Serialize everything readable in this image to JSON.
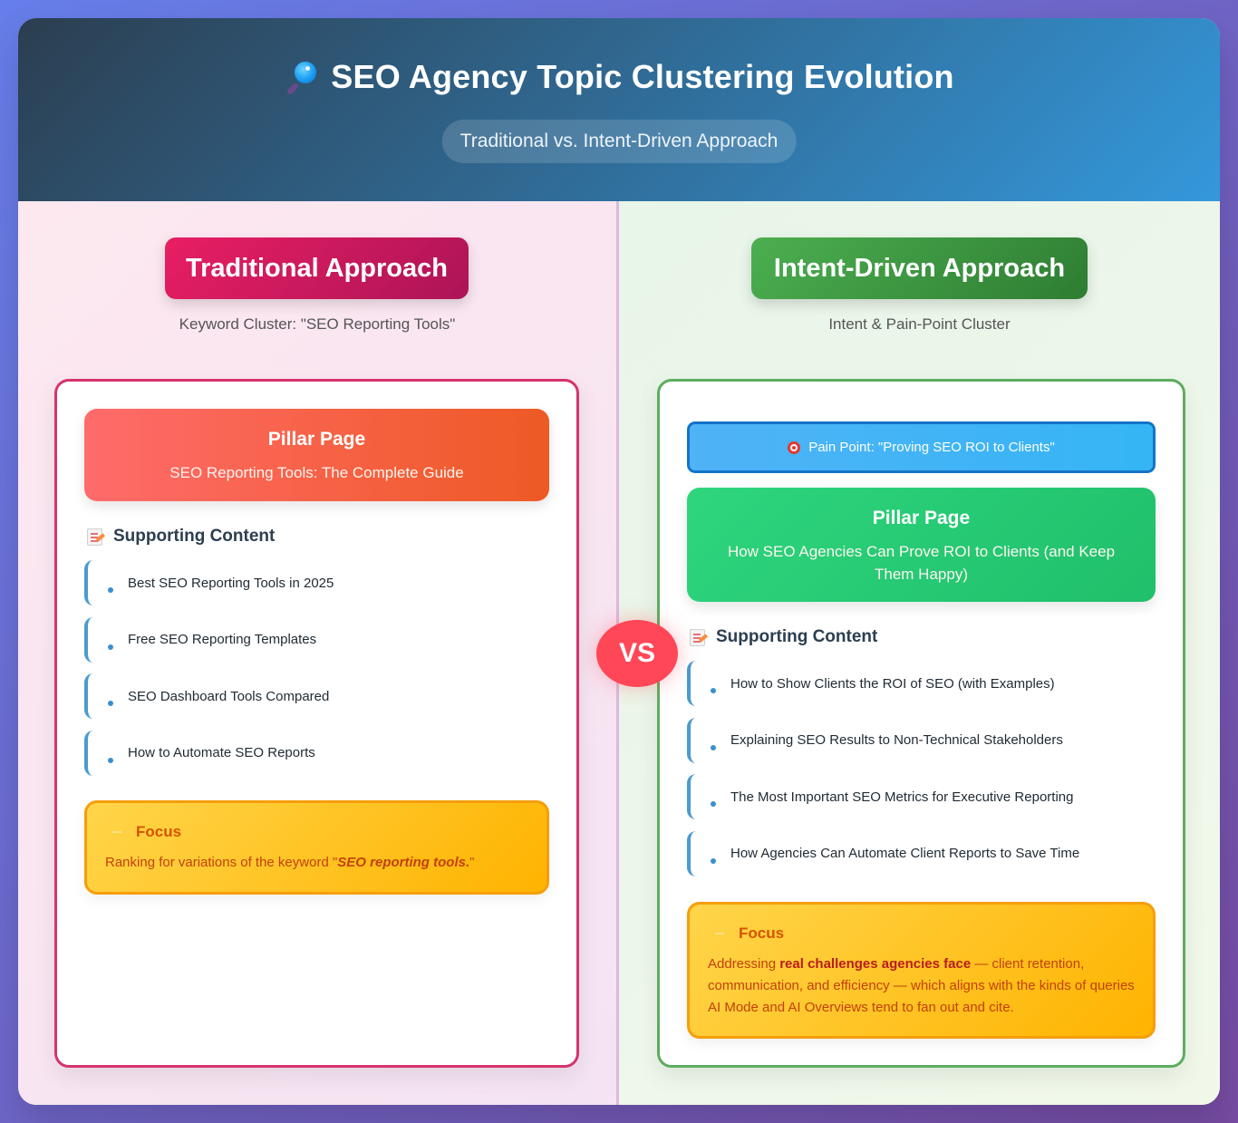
{
  "header": {
    "title_icon": "magnifying-glass-icon",
    "title": "SEO Agency Topic Clustering Evolution",
    "subtitle": "Traditional vs. Intent-Driven Approach"
  },
  "vs_label": "VS",
  "traditional": {
    "badge": "Traditional Approach",
    "description": "Keyword Cluster: \"SEO Reporting Tools\"",
    "accent_color": "#e91e63",
    "pillar": {
      "title": "Pillar Page",
      "subtitle": "SEO Reporting Tools: The Complete Guide"
    },
    "supporting": {
      "icon": "memo-icon",
      "title": "Supporting Content",
      "items": [
        "Best SEO Reporting Tools in 2025",
        "Free SEO Reporting Templates",
        "SEO Dashboard Tools Compared",
        "How to Automate SEO Reports"
      ]
    },
    "focus": {
      "title": "Focus",
      "text_prefix": "Ranking for variations of the keyword \"",
      "text_emphasis": "SEO reporting tools.",
      "text_suffix": "\""
    }
  },
  "intent": {
    "badge": "Intent-Driven Approach",
    "description": "Intent & Pain-Point Cluster",
    "accent_color": "#4caf50",
    "pain_point": {
      "icon": "target-icon",
      "text": "Pain Point: \"Proving SEO ROI to Clients\""
    },
    "pillar": {
      "title": "Pillar Page",
      "subtitle": "How SEO Agencies Can Prove ROI to Clients (and Keep Them Happy)"
    },
    "supporting": {
      "icon": "memo-icon",
      "title": "Supporting Content",
      "items": [
        "How to Show Clients the ROI of SEO (with Examples)",
        "Explaining SEO Results to Non-Technical Stakeholders",
        "The Most Important SEO Metrics for Executive Reporting",
        "How Agencies Can Automate Client Reports to Save Time"
      ]
    },
    "focus": {
      "title": "Focus",
      "text_prefix": "Addressing ",
      "text_strong": "real challenges agencies face",
      "text_suffix": " — client retention, communication, and efficiency — which aligns with the kinds of queries AI Mode and AI Overviews tend to fan out and cite."
    }
  }
}
